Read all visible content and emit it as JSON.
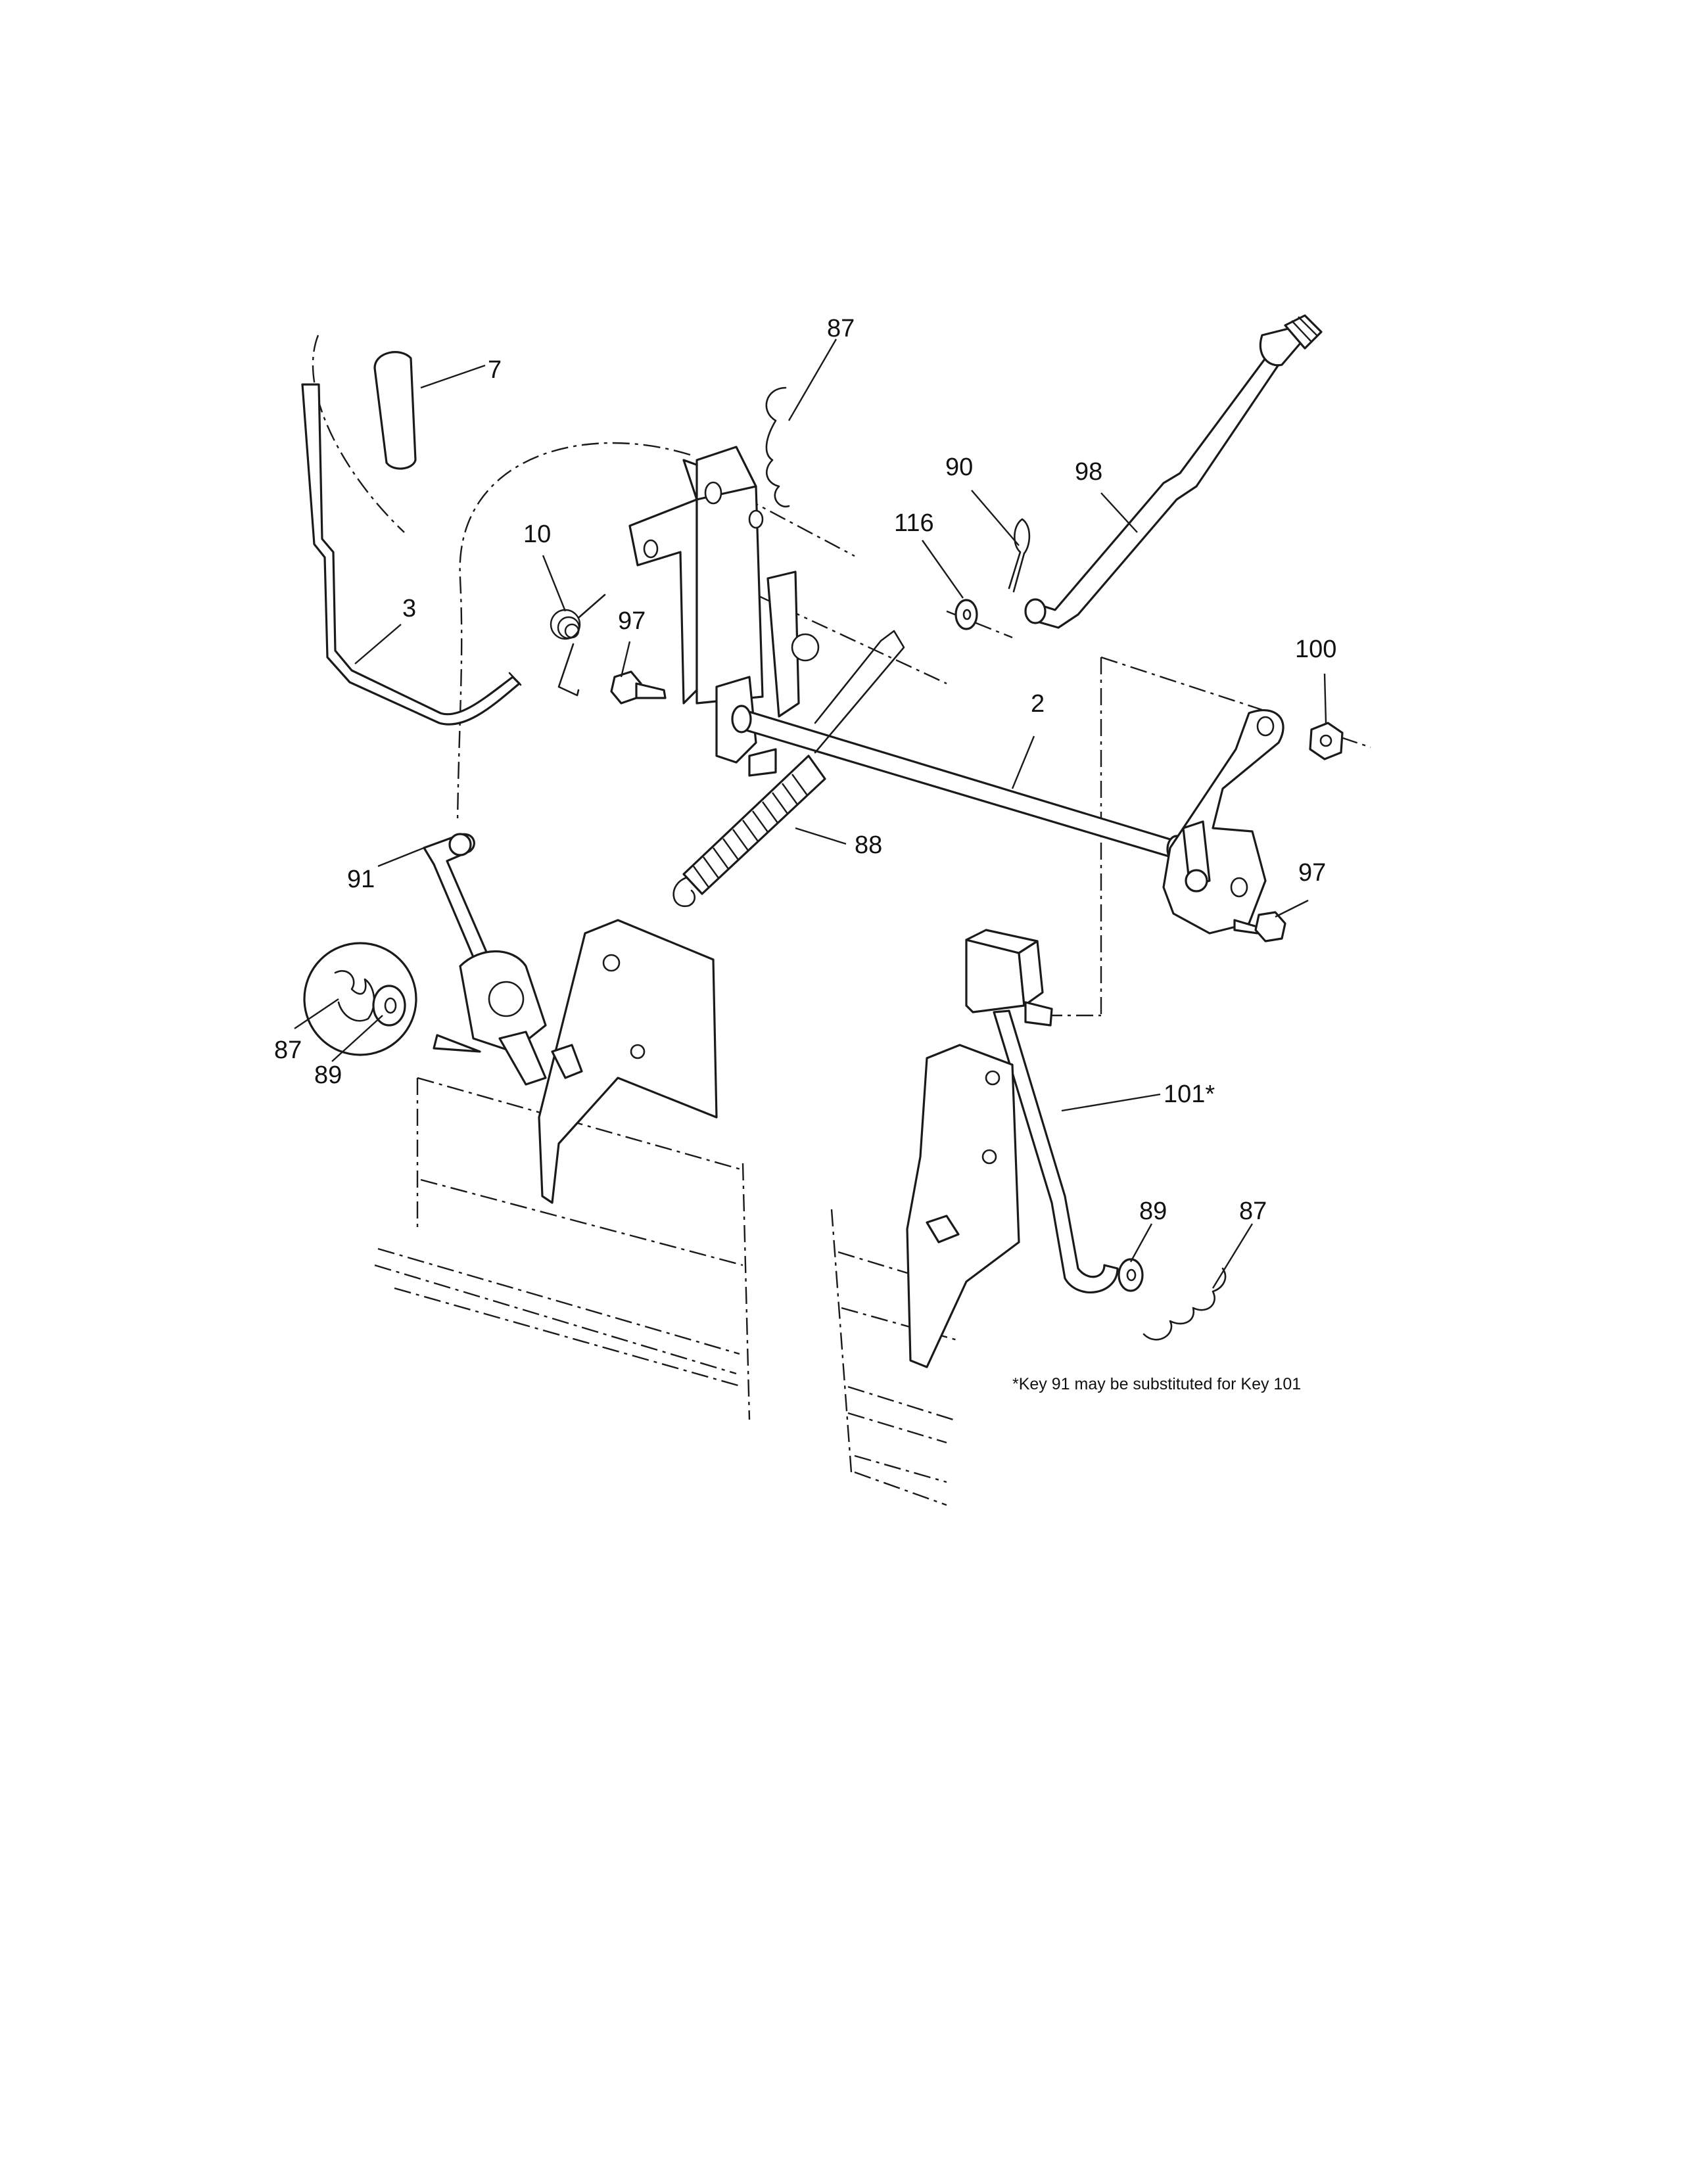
{
  "callouts": {
    "c7": "7",
    "c87_top": "87",
    "c90": "90",
    "c98": "98",
    "c116": "116",
    "c10": "10",
    "c3": "3",
    "c97_left": "97",
    "c2": "2",
    "c100": "100",
    "c88": "88",
    "c97_right": "97",
    "c91": "91",
    "c87_inset": "87",
    "c89_inset": "89",
    "c101": "101*",
    "c89_bottom": "89",
    "c87_bottom": "87"
  },
  "note": "*Key 91 may be substituted for Key 101"
}
